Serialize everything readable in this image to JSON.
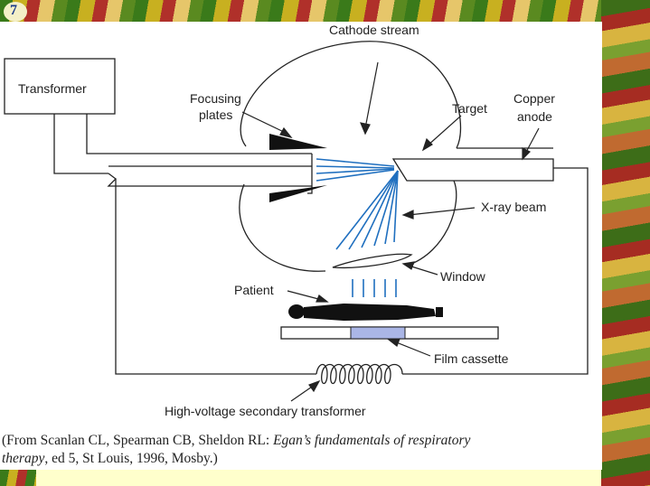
{
  "labels": {
    "transformer": "Transformer",
    "cathode_stream": "Cathode stream",
    "focusing_line1": "Focusing",
    "focusing_line2": "plates",
    "target": "Target",
    "copper_line1": "Copper",
    "copper_line2": "anode",
    "xray_beam": "X-ray beam",
    "window": "Window",
    "patient": "Patient",
    "film_cassette": "Film cassette",
    "hv_transformer": "High-voltage secondary transformer"
  },
  "caption": {
    "part1": "(From Scanlan CL, Spearman CB, Sheldon RL: ",
    "book_italic_1": "Egan’s fundamentals of respiratory",
    "book_italic_2": "therapy",
    "part2": ", ed 5, St Louis, 1996, Mosby.)"
  },
  "colors": {
    "beam": "#1f6fbf",
    "film": "#aab6e6",
    "page": "#ffffcc"
  }
}
